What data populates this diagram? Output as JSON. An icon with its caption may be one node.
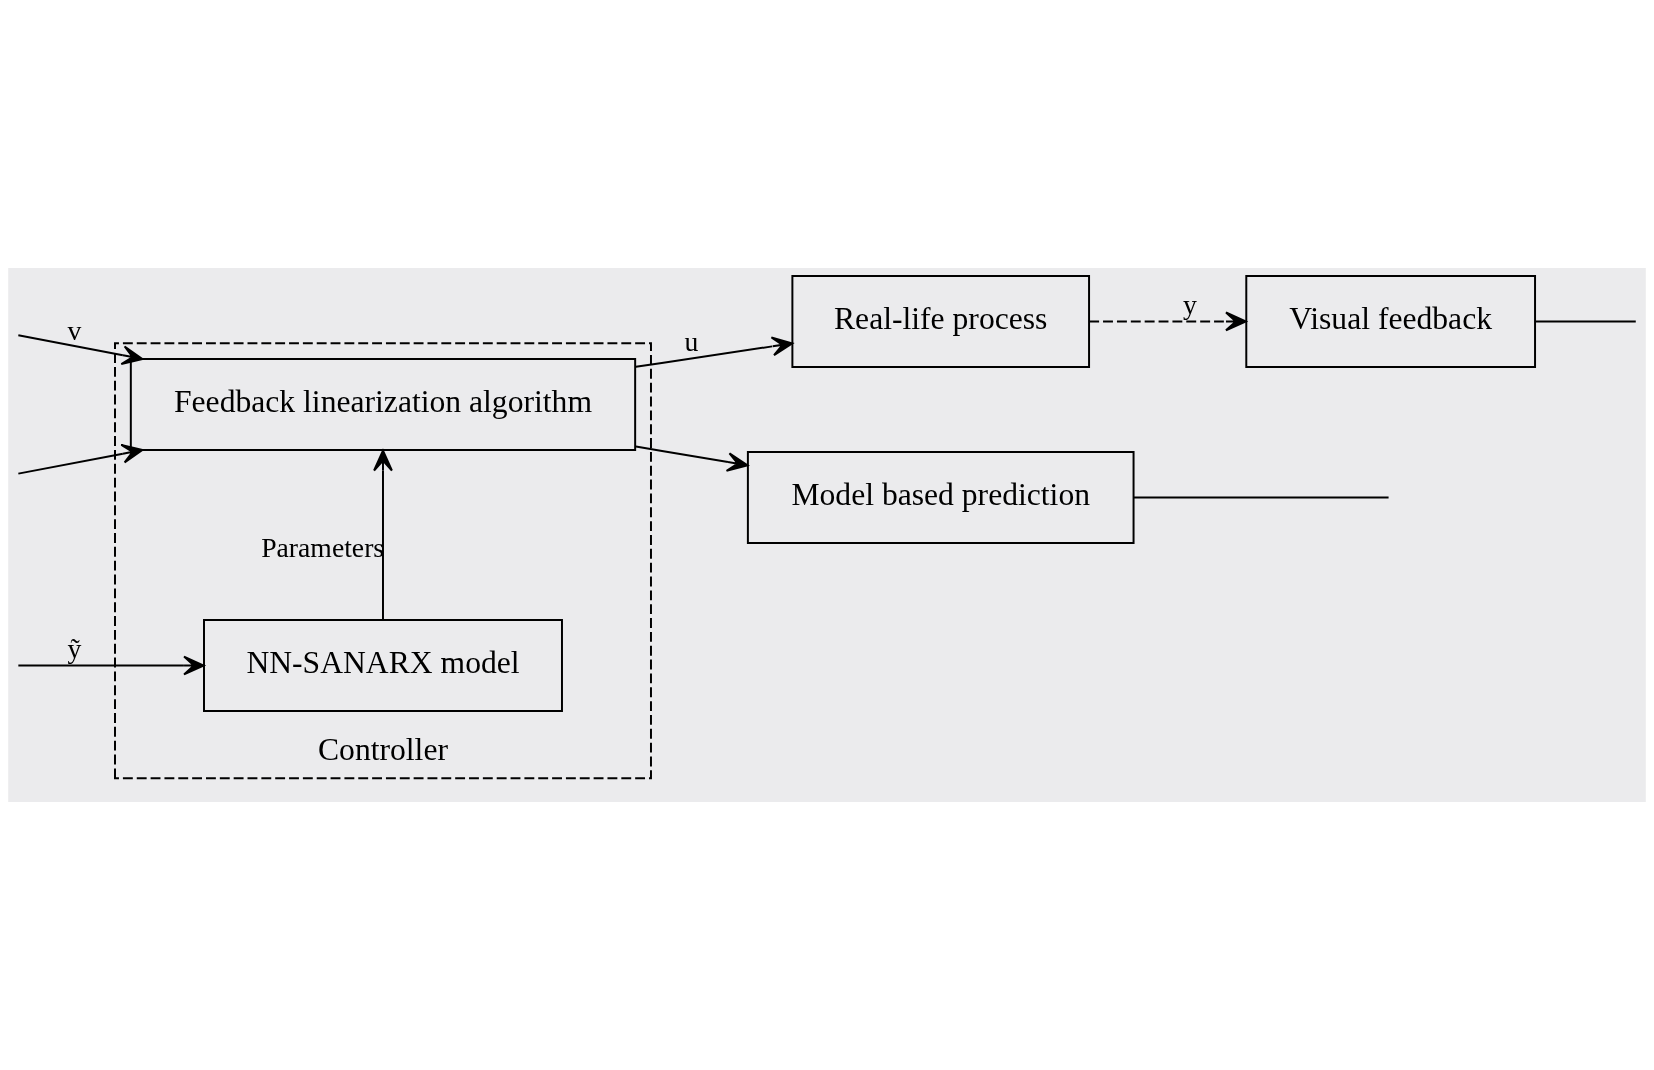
{
  "diagram": {
    "nodes": [
      {
        "text": [
          "Controller"
        ]
      },
      {
        "text": [
          "NN-SANARX model"
        ],
        "in": 0
      },
      {
        "text": [
          "Feedback linearization algorithm"
        ],
        "in": 0
      },
      {
        "text": [
          "Real-life process"
        ]
      },
      {
        "text": [
          "Visual feedback"
        ]
      },
      {
        "text": [
          "Model based prediction"
        ]
      }
    ],
    "edges": [
      {
        "from": 1,
        "to": 2,
        "arrow": "to",
        "label": "Parameters"
      },
      {
        "from": null,
        "to": 2,
        "arrow": "to",
        "label": "v"
      },
      {
        "from": null,
        "to": 2,
        "arrow": "to"
      },
      {
        "from": 2,
        "to": 3,
        "arrow": "to",
        "label": "u"
      },
      {
        "from": 2,
        "to": 5,
        "arrow": "to"
      },
      {
        "from": 3,
        "to": 4,
        "arrow": "to",
        "label": "y",
        "style": "dashed"
      },
      {
        "from": 4,
        "to": null,
        "arrow": "none"
      },
      {
        "from": 5,
        "to": null,
        "arrow": "none"
      },
      {
        "from": null,
        "to": 1,
        "arrow": "to",
        "label": "ỹ"
      }
    ]
  }
}
